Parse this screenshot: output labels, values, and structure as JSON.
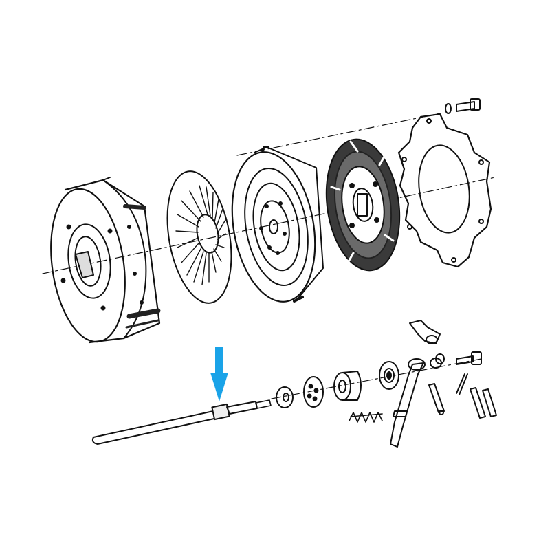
{
  "diagram": {
    "type": "exploded-view line drawing",
    "colors": {
      "ink": "#111111",
      "paper": "#ffffff",
      "arrow": "#1aa3e8",
      "shade": "#2a2a2a"
    },
    "parts": [
      {
        "id": "flywheel",
        "icon": "flywheel-housing"
      },
      {
        "id": "finger-spring",
        "icon": "clutch-spring-plate"
      },
      {
        "id": "pressure-plate",
        "icon": "pressure-plate"
      },
      {
        "id": "clutch-disc",
        "icon": "friction-disc"
      },
      {
        "id": "cover-plate",
        "icon": "cover-plate"
      },
      {
        "id": "bolt-washer",
        "icon": "bolt"
      },
      {
        "id": "clutch-shaft",
        "icon": "shaft",
        "highlighted": true
      },
      {
        "id": "washer",
        "icon": "washer"
      },
      {
        "id": "hub",
        "icon": "hub"
      },
      {
        "id": "release-bearing",
        "icon": "bearing-sleeve"
      },
      {
        "id": "bearing",
        "icon": "ball-bearing"
      },
      {
        "id": "release-fork",
        "icon": "fork-lever"
      },
      {
        "id": "bracket",
        "icon": "bracket"
      },
      {
        "id": "bolt-nut",
        "icon": "bolt"
      },
      {
        "id": "coil-spring",
        "icon": "spring"
      },
      {
        "id": "stud",
        "icon": "stud"
      },
      {
        "id": "cotter-pin",
        "icon": "pin"
      },
      {
        "id": "pins",
        "icon": "pin"
      }
    ],
    "indicator": {
      "icon": "down-arrow-icon",
      "points_to": "clutch-shaft"
    }
  }
}
